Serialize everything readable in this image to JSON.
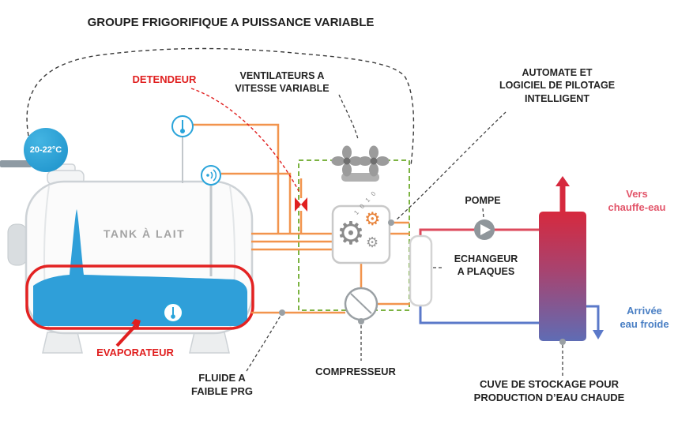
{
  "diagram": {
    "title": "GROUPE FRIGORIFIQUE A PUISSANCE VARIABLE",
    "tank": {
      "label": "TANK À LAIT",
      "temperature": "20-22°C"
    },
    "labels": {
      "detendeur": "DETENDEUR",
      "ventilateurs": "VENTILATEURS  A\nVITESSE VARIABLE",
      "automate": "AUTOMATE  ET\nLOGICIEL DE PILOTAGE\nINTELLIGENT",
      "pompe": "POMPE",
      "vers_chauffe_eau": "Vers\nchauffe-eau",
      "echangeur": "ECHANGEUR\nA PLAQUES",
      "arrivee_eau_froide": "Arrivée\neau froide",
      "evaporateur": "EVAPORATEUR",
      "fluide_prg": "FLUIDE A\nFAIBLE PRG",
      "compresseur": "COMPRESSEUR",
      "cuve_stockage": "CUVE DE STOCKAGE POUR\nPRODUCTION D’EAU CHAUDE"
    },
    "automate_digits": "1 0 1 0",
    "icons": {
      "gear": "⚙"
    },
    "colors": {
      "red_accent": "#e01f1f",
      "hot_water_red": "#d6293e",
      "cold_water_blue": "#5b79c9",
      "orange_pipe": "#f2944d",
      "green_loop": "#7cb342",
      "milk_blue": "#2f9fd9",
      "badge_blue": "#2aa4da"
    }
  }
}
